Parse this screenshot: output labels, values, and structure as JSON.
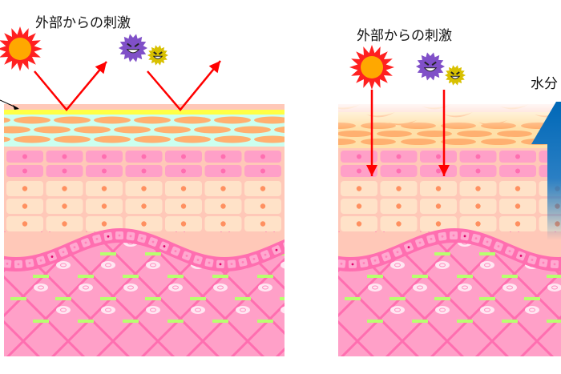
{
  "left_panel": {
    "stimulus_label": "外部からの刺激"
  },
  "right_panel": {
    "stimulus_label": "外部からの刺激",
    "moisture_label": "水分"
  },
  "colors": {
    "reflect_arrow": "#ff0000",
    "moisture_arrow": "#0068b7",
    "barrier": "#ffff44",
    "corneum_bg": "#ccfff0",
    "corneum_cell": "#ffb070",
    "granular_cell": "#ffa0c8",
    "spinous_cell": "#ffe2c8",
    "epidermis_bg": "#ffc8b8",
    "dermis": "#ffa0c8",
    "dermis_line": "#ff6eb0",
    "fiber": "#b8ff70"
  }
}
